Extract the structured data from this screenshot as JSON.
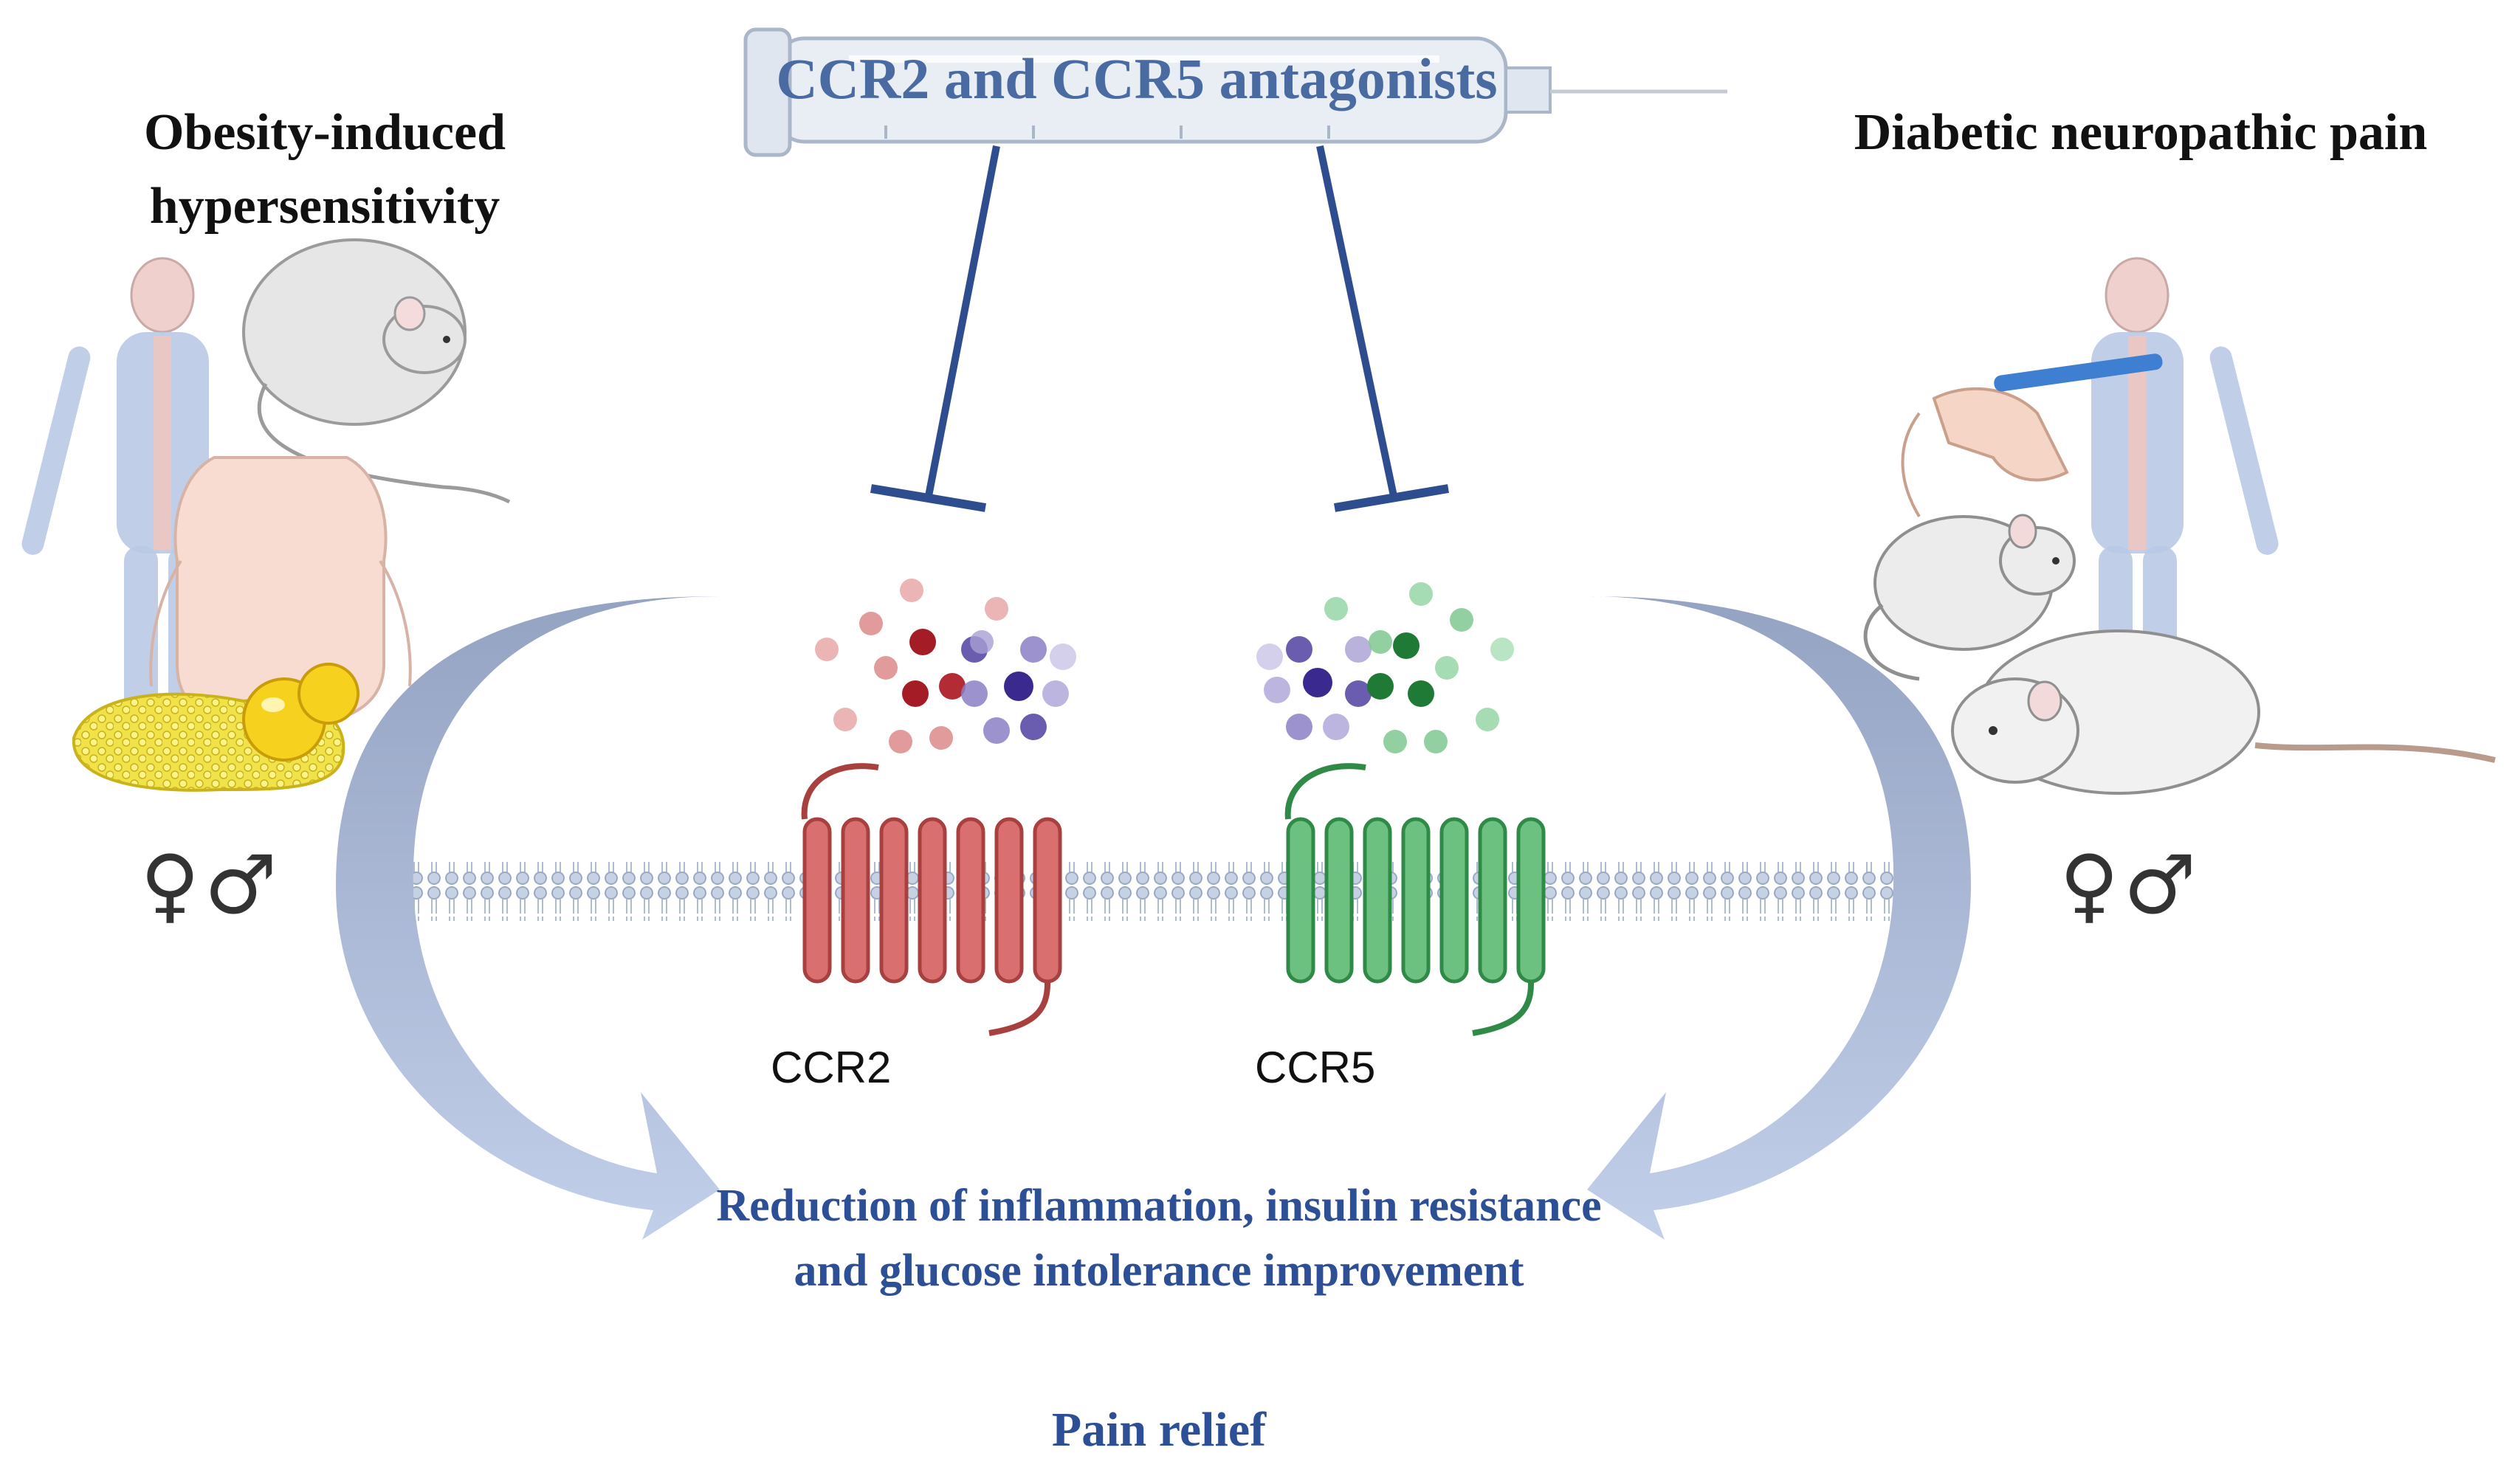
{
  "diagram": {
    "left_condition": "Obesity-induced hypersensitivity",
    "right_condition": "Diabetic neuropathic pain",
    "treatment": "CCR2 and CCR5 antagonists",
    "sex_symbols_left": "♀♂",
    "sex_symbols_right": "♀♂",
    "receptor_left": "CCR2",
    "receptor_right": "CCR5",
    "outcome": "Reduction of inflammation, insulin resistance and glucose intolerance improvement",
    "pain_relief": "Pain relief"
  },
  "colors": {
    "treatment_text": "#4a6aa2",
    "outcome_text": "#2c4f96",
    "inhibition_line": "#2e4d8f",
    "ccr2_receptor": "#d9706f",
    "ccr5_receptor": "#6cc080",
    "arrow": "#9fb3d6",
    "membrane": "#b9c8dc"
  },
  "icons": {
    "left": [
      "human-nervous-system-icon",
      "mouse-icon",
      "obese-torso-icon",
      "adipose-tissue-icon"
    ],
    "center": [
      "syringe-icon",
      "chemokine-cloud-icon",
      "membrane-icon",
      "ccr2-receptor-icon",
      "ccr5-receptor-icon"
    ],
    "right": [
      "human-nervous-system-icon",
      "hand-monofilament-icon",
      "mouse-icon",
      "rat-icon"
    ]
  }
}
